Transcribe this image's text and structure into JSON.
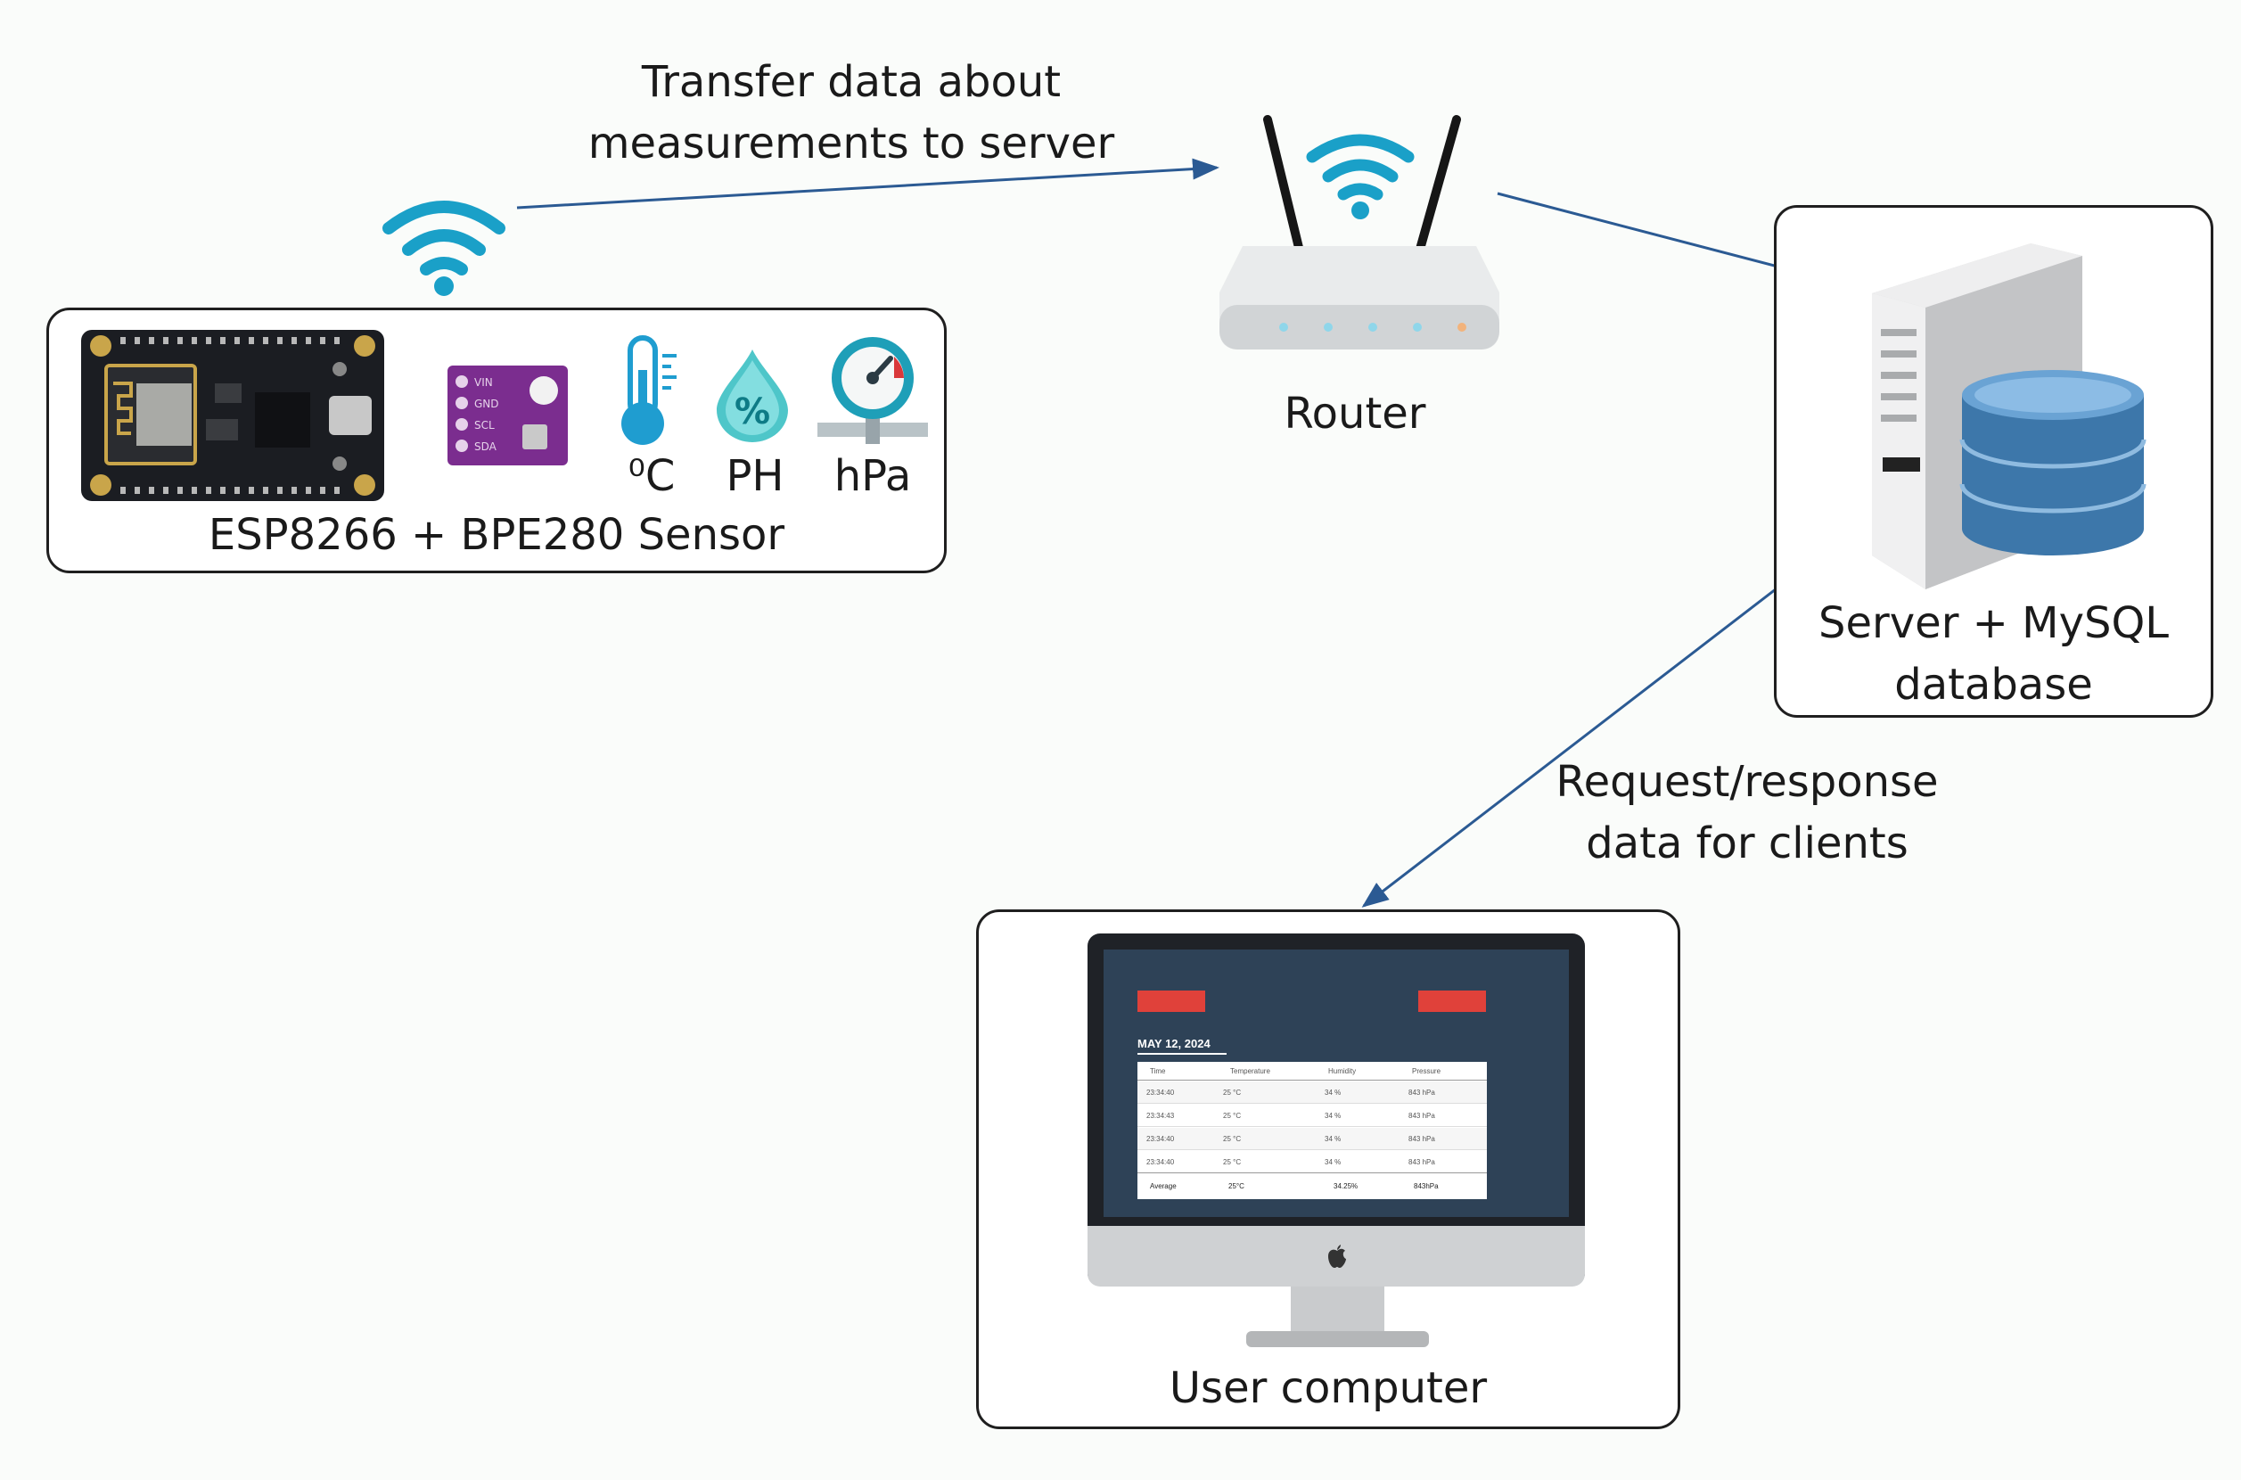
{
  "colors": {
    "arrow": "#2b5a93",
    "wifi": "#1aa0c8",
    "database": "#3d77aa",
    "sensor_board": "#7b2d8f",
    "screen": "#2e4257",
    "screen_button": "#e0413a"
  },
  "transfer_label": [
    "Transfer data about",
    "measurements to server"
  ],
  "router": {
    "label": "Router",
    "icon": "wifi-router"
  },
  "sensor": {
    "label": "ESP8266 + BPE280 Sensor",
    "icons": [
      "wifi-icon",
      "esp8266-board-icon",
      "bme280-board-icon",
      "thermometer-icon",
      "humidity-drop-icon",
      "pressure-gauge-icon"
    ],
    "drop_symbol": "%",
    "readings": [
      "⁰C",
      "PH",
      "hPa"
    ],
    "pins": [
      "VIN",
      "GND",
      "SCL",
      "SDA"
    ]
  },
  "server": {
    "label": [
      "Server + MySQL",
      "database"
    ],
    "icons": [
      "server-tower-icon",
      "database-icon"
    ]
  },
  "client_link": {
    "label": [
      "Request/response",
      "data for clients"
    ]
  },
  "computer": {
    "label": "User computer",
    "screen": {
      "date": "MAY 12, 2024",
      "columns": [
        "Time",
        "Temperature",
        "Humidity",
        "Pressure"
      ],
      "rows": [
        [
          "23:34:40",
          "25 °C",
          "34 %",
          "843 hPa"
        ],
        [
          "23:34:43",
          "25 °C",
          "34 %",
          "843 hPa"
        ],
        [
          "23:34:40",
          "25 °C",
          "34 %",
          "843 hPa"
        ],
        [
          "23:34:40",
          "25 °C",
          "34 %",
          "843 hPa"
        ]
      ],
      "footer": [
        "Average",
        "25°C",
        "34.25%",
        "843hPa"
      ]
    }
  }
}
